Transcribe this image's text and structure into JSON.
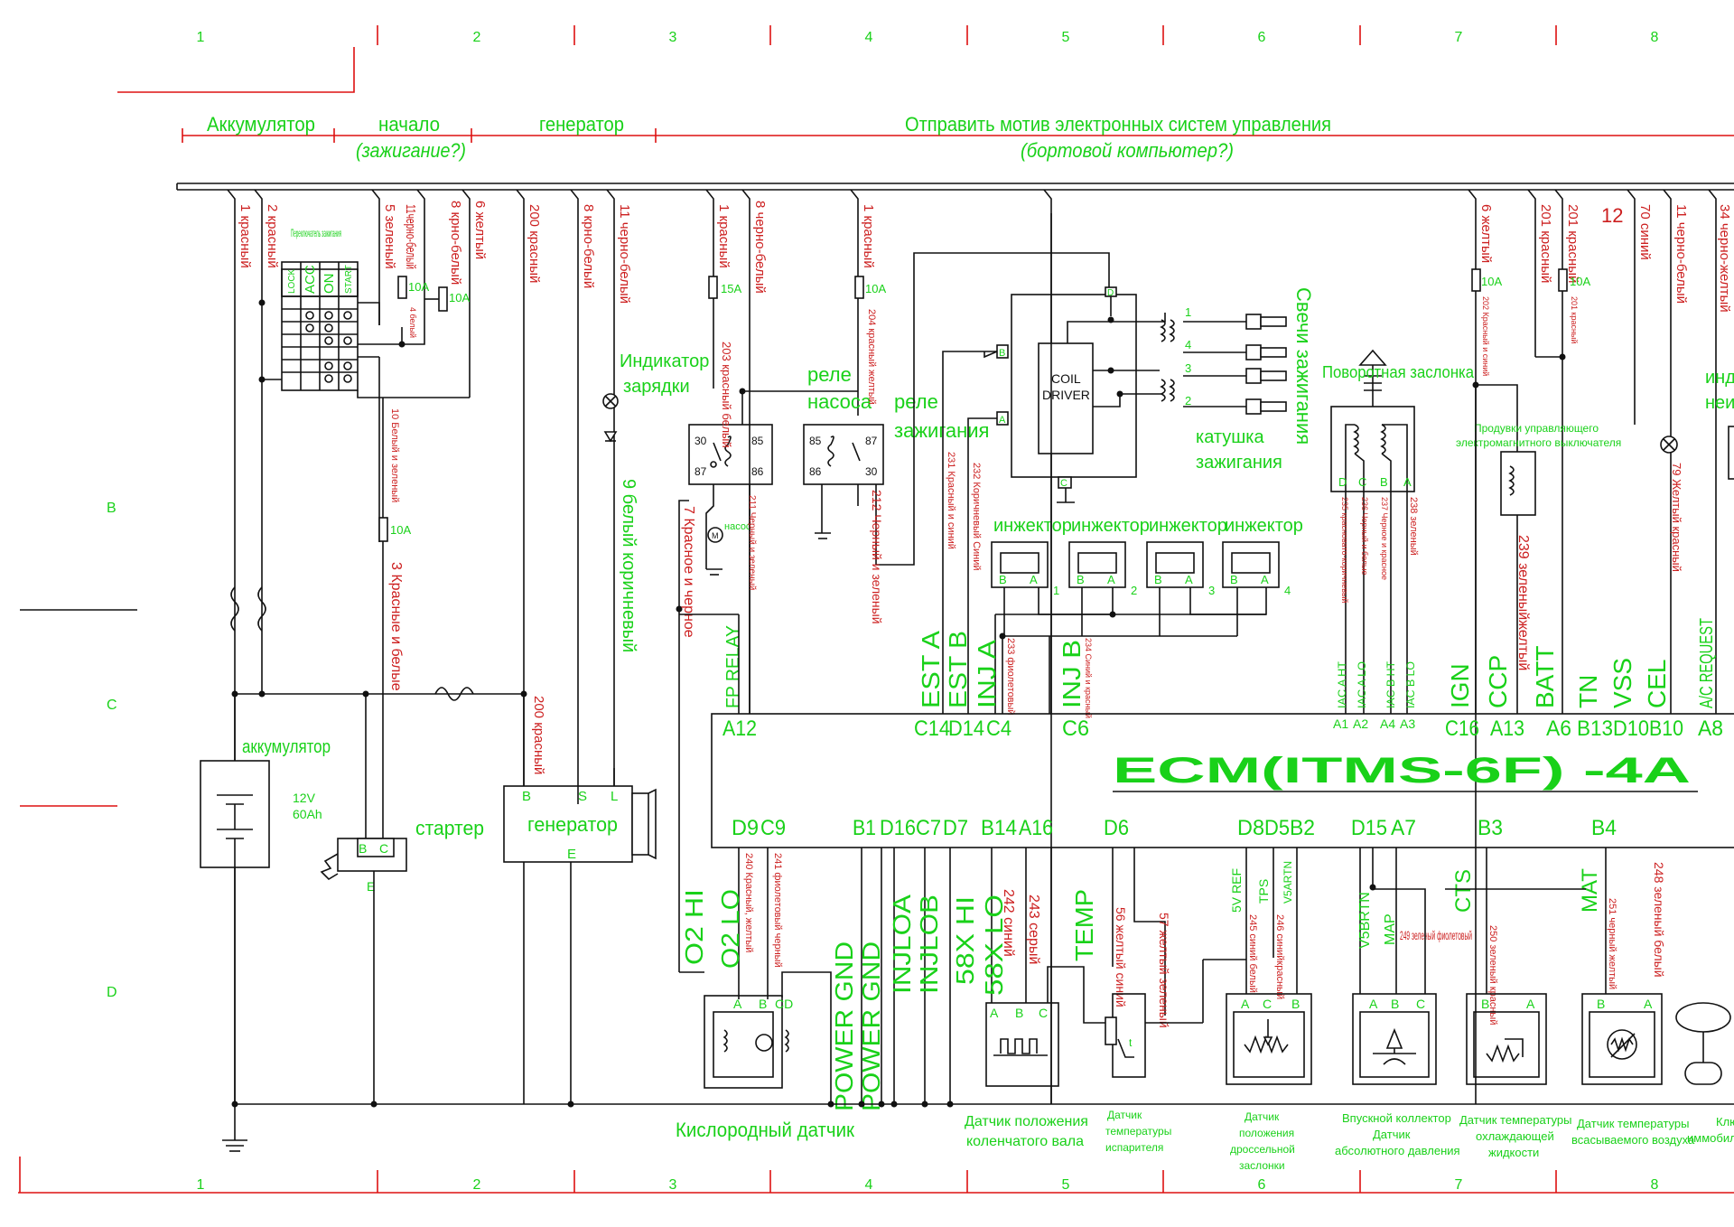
{
  "colors": {
    "label_green": "#19d119",
    "wire_red": "#cc1f1f",
    "line_black": "#111111",
    "frame_red": "#dd2222"
  },
  "columns": [
    "1",
    "2",
    "3",
    "4",
    "5",
    "6",
    "7",
    "8"
  ],
  "rows": [
    "B",
    "C",
    "D"
  ],
  "sections": {
    "battery": "Аккумулятор",
    "start": "начало",
    "start_sub": "(зажигание?)",
    "generator": "генератор",
    "ecs": "Отправить мотив электронных систем управления",
    "ecs_sub": "(бортовой компьютер?)"
  },
  "wires_top": [
    {
      "text": "1 красный"
    },
    {
      "text": "2 красный"
    },
    {
      "text": "5 зеленый"
    },
    {
      "text": "11черно-белый"
    },
    {
      "text": "8 крно-белый"
    },
    {
      "text": "6 желтый"
    },
    {
      "text": "200 красный"
    },
    {
      "text": "8 крно-белый"
    },
    {
      "text": "11 черно-белый"
    },
    {
      "text": "1 красный"
    },
    {
      "text": "8 черно-белый"
    },
    {
      "text": "1 красный"
    },
    {
      "text": "6 желтый"
    },
    {
      "text": "201 красный"
    },
    {
      "text": "201 красный"
    },
    {
      "text": "12"
    },
    {
      "text": "70 синий"
    },
    {
      "text": "11 черно-белый"
    },
    {
      "text": "34 черно-желтый"
    }
  ],
  "switch": {
    "title": "Переключатель зажигания",
    "cols": [
      "LOCK",
      "ACC",
      "ON",
      "START"
    ]
  },
  "fuses": [
    "10A",
    "10A",
    "10A",
    "15A",
    "10A",
    "10A",
    "10A"
  ],
  "labels": {
    "charge_indicator": "Индикатор зарядки",
    "pump_relay": "реле насоса",
    "ignition_relay": "реле зажигания",
    "coil_driver": "COIL DRIVER",
    "spark_plugs": "Свечи зажигания",
    "ignition_coil": "катушка зажигания",
    "rotary_damper": "Поворотная заслонка",
    "purge": "Продувки управляющего электромагнитного выключателя",
    "battery": "аккумулятор",
    "battery_spec1": "12V",
    "battery_spec2": "60Ah",
    "starter": "стартер",
    "generator": "генератор",
    "pump": "насос",
    "ecm": "ECM(ITMS-6F) -4A",
    "indicator_cut": "инди",
    "indicator_cut2": "неис"
  },
  "injectors": [
    "инжектор",
    "инжектор",
    "инжектор",
    "инжектор"
  ],
  "mid_wires": [
    {
      "text": "10 Белый и зеленый"
    },
    {
      "text": "3 Красные и белые"
    },
    {
      "text": "200 красный"
    },
    {
      "text": "9 белый коричневый"
    },
    {
      "text": "7 Красное и черное"
    },
    {
      "text": "203 красный белый"
    },
    {
      "text": "211 Черный и зеленый"
    },
    {
      "text": "204 красный желтый"
    },
    {
      "text": "212 Черный и зеленый"
    },
    {
      "text": "231 Красный и синий"
    },
    {
      "text": "232 Коричневый Синий"
    },
    {
      "text": "233 фиолетовый"
    },
    {
      "text": "234 Синий и красный"
    },
    {
      "text": "235 красновато-коричневый"
    },
    {
      "text": "236 Черный и белые"
    },
    {
      "text": "237 Черное и красное"
    },
    {
      "text": "238 зеленый"
    },
    {
      "text": "202 Красный и синий"
    },
    {
      "text": "201 красный"
    },
    {
      "text": "239 зеленыйжелтый"
    },
    {
      "text": "79 Желтый красный"
    },
    {
      "text": "4 белый"
    }
  ],
  "ecm_top_signals": [
    "FP RELAY",
    "EST A",
    "EST B",
    "INJ A",
    "INJ B",
    "IAC A HT",
    "IAC A LO",
    "IAC B HT",
    "IAC B LO",
    "IGN",
    "CCP",
    "BATT",
    "TN",
    "VSS",
    "CEL",
    "A/C REQUEST"
  ],
  "ecm_top_pins": [
    "A12",
    "C14",
    "D14",
    "C4",
    "C6",
    "A1",
    "A2",
    "A4",
    "A3",
    "C16",
    "A13",
    "A6",
    "B13",
    "D10",
    "B10",
    "A8"
  ],
  "ecm_bottom_pins": [
    "D9",
    "C9",
    "B1",
    "D16",
    "C7",
    "D7",
    "B14",
    "A16",
    "D6",
    "D8",
    "D5",
    "B2",
    "D15",
    "A7",
    "B3",
    "B4"
  ],
  "ecm_bottom_signals": [
    "O2 HI",
    "O2 LO",
    "POWER GND",
    "POWER GND",
    "INJLOA",
    "INJLOB",
    "58X HI",
    "58X LO",
    "TEMP",
    "5V REF",
    "TPS",
    "V5ARTN",
    "V5BRTN",
    "MAP",
    "CTS",
    "MAT"
  ],
  "bottom_wires": [
    {
      "text": "240 Красный, желтый"
    },
    {
      "text": "241 фиолетовый черный"
    },
    {
      "text": "242 синий"
    },
    {
      "text": "243 серый"
    },
    {
      "text": "56 желтый синий"
    },
    {
      "text": "57 желтый зеленый"
    },
    {
      "text": "245 синий белый"
    },
    {
      "text": "246 синийкрасный"
    },
    {
      "text": "249 зеленый фиолетовый"
    },
    {
      "text": "250 зеленый красный"
    },
    {
      "text": "251 черный желтый"
    },
    {
      "text": "248 зеленый белый"
    }
  ],
  "sensors": {
    "o2": "Кислородный датчик",
    "crank": "Датчик положения коленчатого вала",
    "evap": "Датчик температуры испарителя",
    "tps": "Датчик положения дроссельной заслонки",
    "map": "Впускной коллектор Датчик абсолютного давления",
    "cts": "Датчик температуры охлаждающей жидкости",
    "mat": "Датчик температуры всасываемого воздуха",
    "immo": "Клю иммобила"
  }
}
